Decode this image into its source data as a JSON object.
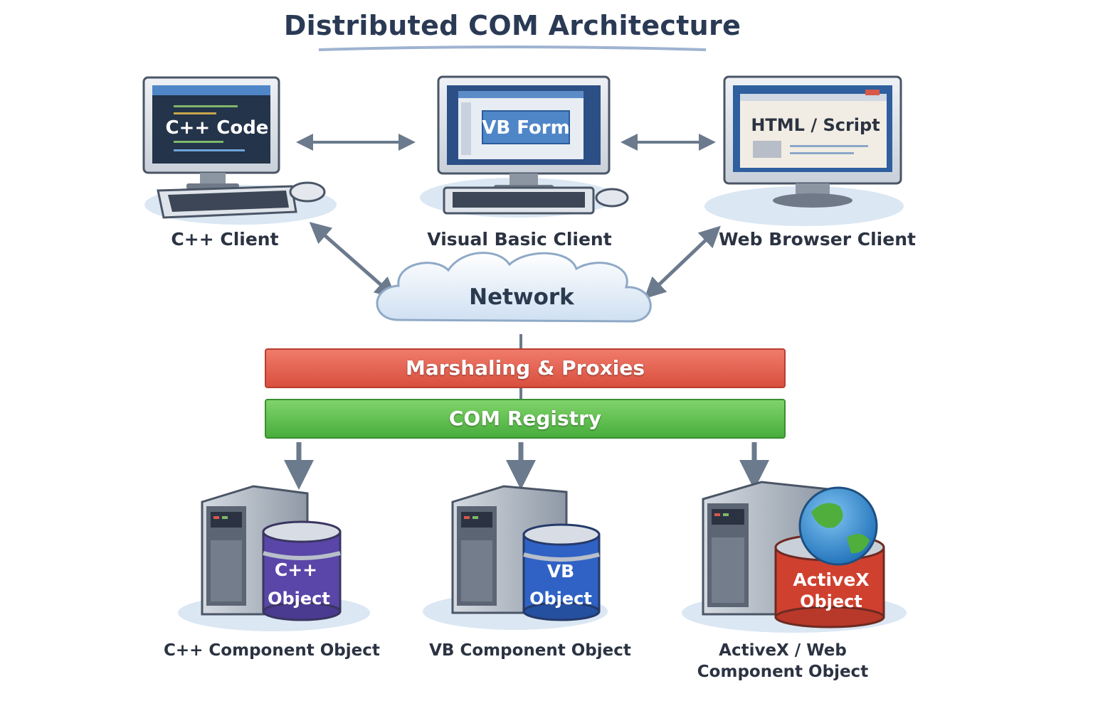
{
  "title": "Distributed COM Architecture",
  "clients": [
    {
      "label": "C++ Client",
      "screen_text": "C++ Code"
    },
    {
      "label": "Visual Basic Client",
      "screen_text": "VB Form"
    },
    {
      "label": "Web Browser Client",
      "screen_text": "HTML / Script"
    }
  ],
  "network": {
    "label": "Network"
  },
  "layers": {
    "marshaling": "Marshaling & Proxies",
    "registry": "COM Registry"
  },
  "components": [
    {
      "label": "C++ Component Object",
      "object_line1": "C++",
      "object_line2": "Object",
      "color": "#5a46a8"
    },
    {
      "label": "VB Component Object",
      "object_line1": "VB",
      "object_line2": "Object",
      "color": "#2f62c4"
    },
    {
      "label_line1": "ActiveX / Web",
      "label_line2": "Component Object",
      "object_line1": "ActiveX",
      "object_line2": "Object",
      "color": "#d0402f"
    }
  ],
  "colors": {
    "marshaling_band": "#e25d4c",
    "registry_band": "#5dbe4a",
    "arrow": "#6b7a8c"
  }
}
